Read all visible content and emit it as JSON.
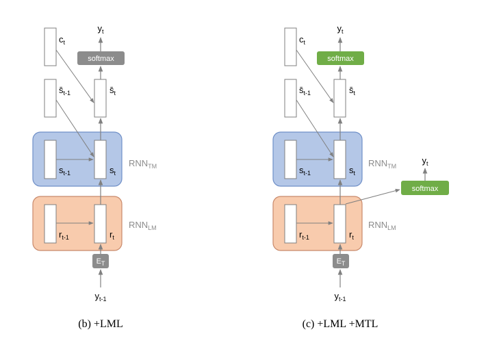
{
  "colors": {
    "rnn_tm_fill": "#b4c7e7",
    "rnn_tm_stroke": "#6f8fc7",
    "rnn_lm_fill": "#f8cbad",
    "rnn_lm_stroke": "#c8896b",
    "softmax_gray": "#8c8c8c",
    "softmax_green": "#70ad47",
    "arrow": "#808080",
    "cell_stroke": "#7f7f7f"
  },
  "panel_b": {
    "caption": "(b) +LML",
    "softmax": "softmax",
    "embed": {
      "base": "E",
      "sub": "T"
    },
    "y_out": {
      "base": "y",
      "sub": "t"
    },
    "y_in": {
      "base": "y",
      "sub": "t-1"
    },
    "c_t": {
      "base": "c",
      "sub": "t"
    },
    "sbar_prev": {
      "base": "s̄",
      "sub": "t-1"
    },
    "sbar_t": {
      "base": "s̄",
      "sub": "t"
    },
    "s_prev": {
      "base": "s",
      "sub": "t-1"
    },
    "s_t": {
      "base": "s",
      "sub": "t"
    },
    "r_prev": {
      "base": "r",
      "sub": "t-1"
    },
    "r_t": {
      "base": "r",
      "sub": "t"
    },
    "rnn_tm": {
      "base": "RNN",
      "sub": "TM"
    },
    "rnn_lm": {
      "base": "RNN",
      "sub": "LM"
    }
  },
  "panel_c": {
    "caption": "(c) +LML +MTL",
    "softmax": "softmax",
    "softmax_lm": "softmax",
    "embed": {
      "base": "E",
      "sub": "T"
    },
    "y_out": {
      "base": "y",
      "sub": "t"
    },
    "y_out_lm": {
      "base": "y",
      "sub": "t"
    },
    "y_in": {
      "base": "y",
      "sub": "t-1"
    },
    "c_t": {
      "base": "c",
      "sub": "t"
    },
    "sbar_prev": {
      "base": "s̄",
      "sub": "t-1"
    },
    "sbar_t": {
      "base": "s̄",
      "sub": "t"
    },
    "s_prev": {
      "base": "s",
      "sub": "t-1"
    },
    "s_t": {
      "base": "s",
      "sub": "t"
    },
    "r_prev": {
      "base": "r",
      "sub": "t-1"
    },
    "r_t": {
      "base": "r",
      "sub": "t"
    },
    "rnn_tm": {
      "base": "RNN",
      "sub": "TM"
    },
    "rnn_lm": {
      "base": "RNN",
      "sub": "LM"
    }
  }
}
